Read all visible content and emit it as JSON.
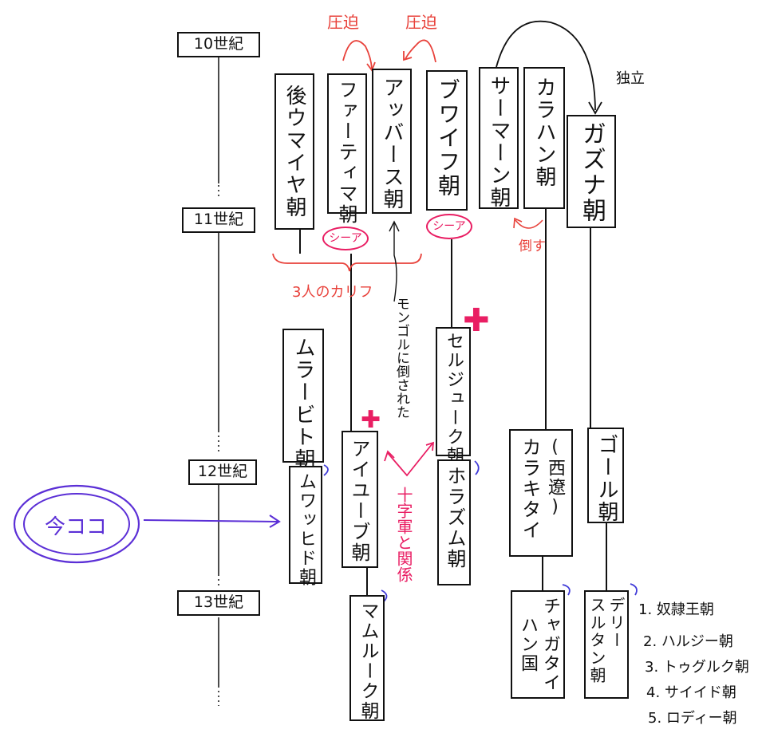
{
  "centuries": [
    "10世紀",
    "11世紀",
    "12世紀",
    "13世紀"
  ],
  "dynasties": {
    "umayyad": "後ウマイヤ朝",
    "fatimid": "ファーティマ朝",
    "abbasid": "アッバース朝",
    "buyid": "ブワイフ朝",
    "samanid": "サーマーン朝",
    "karakhanid": "カラハン朝",
    "ghaznavid": "ガズナ朝",
    "almoravid": "ムラービト朝",
    "almohad": "ムワッヒド朝",
    "ayyubid": "アイユーブ朝",
    "mamluk": "マムルーク朝",
    "seljuk": "セルジューク朝",
    "khwarazm": "ホラズム朝",
    "karakhitai": "カラキタイ",
    "karakhitai_sub": "(西遼)",
    "ghurid": "ゴール朝",
    "chagatai": "チャガタイ",
    "chagatai2": "ハン国",
    "delhi": "デリー",
    "delhi2": "スルタン朝"
  },
  "annotations": {
    "pressure_left": "圧迫",
    "pressure_right": "圧迫",
    "independence": "独立",
    "shia_left": "シーア",
    "shia_right": "シーア",
    "overthrow": "倒す",
    "three_caliphs": "3人のカリフ",
    "mongol": "モンゴルに倒された",
    "crusade": "十字軍と関係",
    "now_here": "今ココ"
  },
  "delhi_list": [
    "1. 奴隷王朝",
    "2. ハルジー朝",
    "3. トゥグルク朝",
    "4. サイイド朝",
    "5. ロディー朝"
  ]
}
